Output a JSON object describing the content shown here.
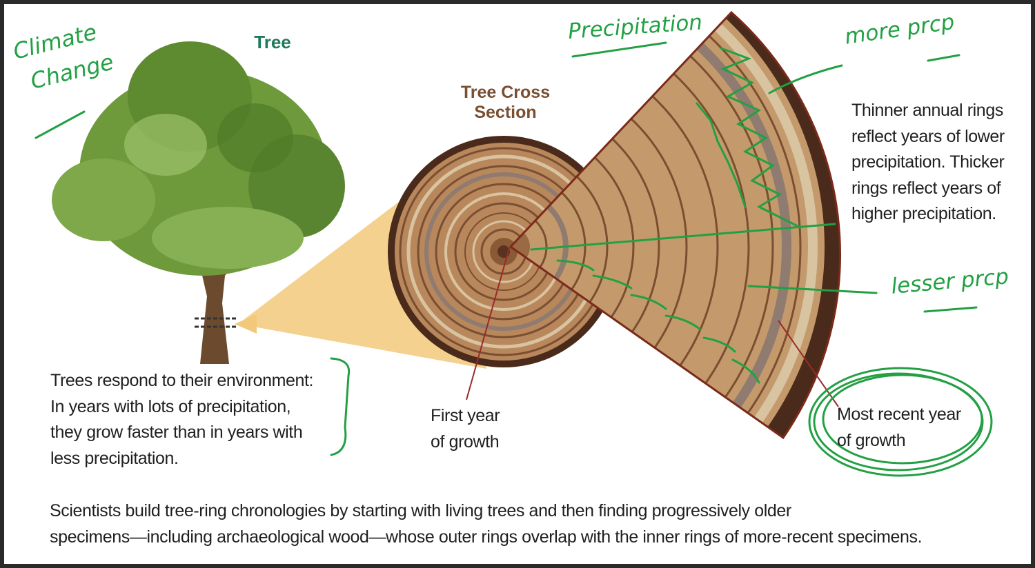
{
  "title_tree": "Tree",
  "title_cross_section": [
    "Tree Cross",
    "Section"
  ],
  "caption_response": [
    "Trees respond to their environment:",
    "In years with lots of precipitation,",
    "they grow faster than in years with",
    "less precipitation."
  ],
  "caption_first_year": [
    "First year",
    "of growth"
  ],
  "caption_recent_year": [
    "Most recent year",
    "of growth"
  ],
  "caption_rings": [
    "Thinner annual rings",
    "reflect years of lower",
    "precipitation. Thicker",
    "rings reflect years of",
    "higher precipitation."
  ],
  "caption_bottom": [
    "Scientists build tree-ring chronologies by starting with living trees and then finding progressively older",
    "specimens—including archaeological wood—whose outer rings overlap with the inner rings of more-recent specimens."
  ],
  "annotations": {
    "climate": [
      "Climate",
      "Change"
    ],
    "precipitation": "Precipitation",
    "more": "more prcp",
    "lesser": "lesser prcp"
  },
  "colors": {
    "wood": "#b8875c",
    "bark": "#4a2a1a",
    "foliage": "#6f9a3c",
    "callout": "#f2c97a",
    "ink": "#22a043"
  }
}
